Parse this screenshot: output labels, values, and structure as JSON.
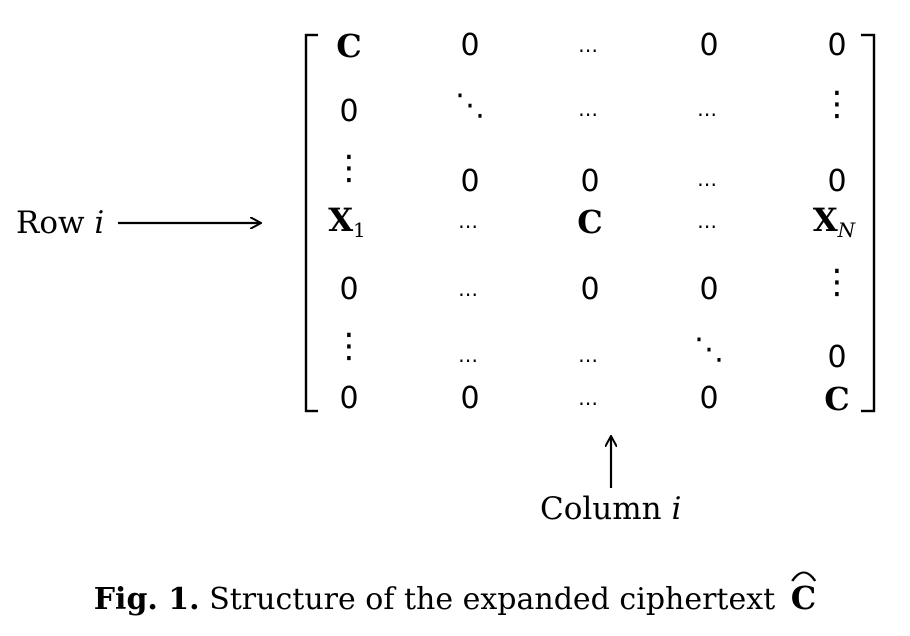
{
  "row_label": {
    "text": "Row",
    "var": "i"
  },
  "column_label": {
    "text": "Column",
    "var": "i"
  },
  "caption": {
    "fig": "Fig. 1.",
    "text": "Structure of the expanded ciphertext",
    "symbol": "C"
  },
  "matrix": {
    "rows": [
      [
        "C",
        "0",
        "⋯",
        "0",
        "0"
      ],
      [
        "0",
        "⋱",
        "⋯",
        "⋯",
        "⋮"
      ],
      [
        "⋮",
        "0",
        "0",
        "⋯",
        "0"
      ],
      [
        "X_1",
        "⋯",
        "C",
        "⋯",
        "X_N"
      ],
      [
        "0",
        "⋯",
        "0",
        "0",
        "⋮"
      ],
      [
        "⋮",
        "⋯",
        "⋯",
        "⋱",
        "0"
      ],
      [
        "0",
        "0",
        "⋯",
        "0",
        "C"
      ]
    ],
    "symbols": {
      "C": "C",
      "X1_base": "X",
      "X1_sub": "1",
      "XN_base": "X",
      "XN_sub": "N"
    }
  }
}
